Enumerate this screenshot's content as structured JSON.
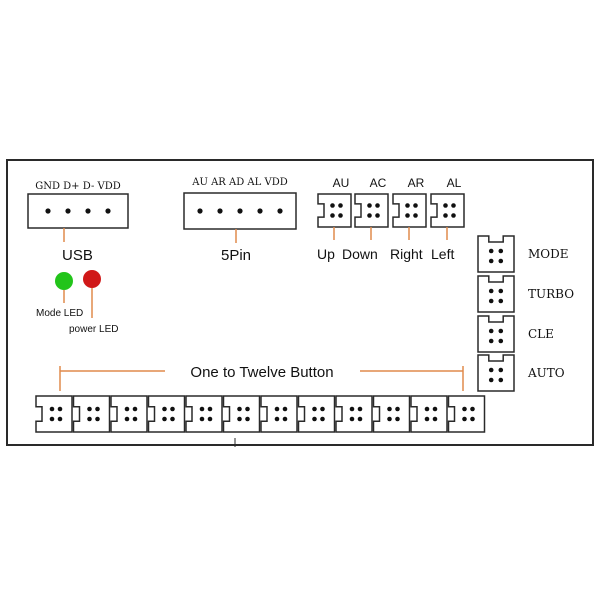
{
  "colors": {
    "outline": "#2a2a2a",
    "leader": "#e08a4c",
    "mode_led": "#22c41a",
    "power_led": "#d01818",
    "pin": "#111111"
  },
  "usb": {
    "pin_labels": "GND D+ D- VDD",
    "name": "USB"
  },
  "five_pin": {
    "pin_labels": "AU AR AD AL VDD",
    "name": "5Pin"
  },
  "direction": {
    "headers": [
      "AU",
      "AC",
      "AR",
      "AL"
    ],
    "labels": [
      "Up",
      "Down",
      "Right",
      "Left"
    ]
  },
  "leds": {
    "mode": "Mode LED",
    "power": "power LED"
  },
  "function_buttons": [
    "MODE",
    "TURBO",
    "CLE",
    "AUTO"
  ],
  "buttons_label": "One to Twelve Button",
  "button_count": 12
}
